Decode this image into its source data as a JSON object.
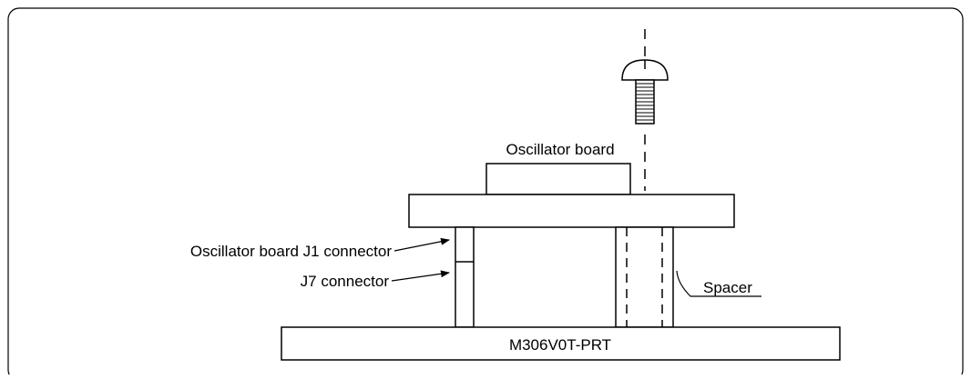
{
  "labels": {
    "oscillator_board": "Oscillator board",
    "j1_connector": "Oscillator board J1 connector",
    "j7_connector": "J7 connector",
    "spacer": "Spacer",
    "base_board": "M306V0T-PRT"
  },
  "colors": {
    "stroke": "#000000",
    "background": "#ffffff"
  }
}
